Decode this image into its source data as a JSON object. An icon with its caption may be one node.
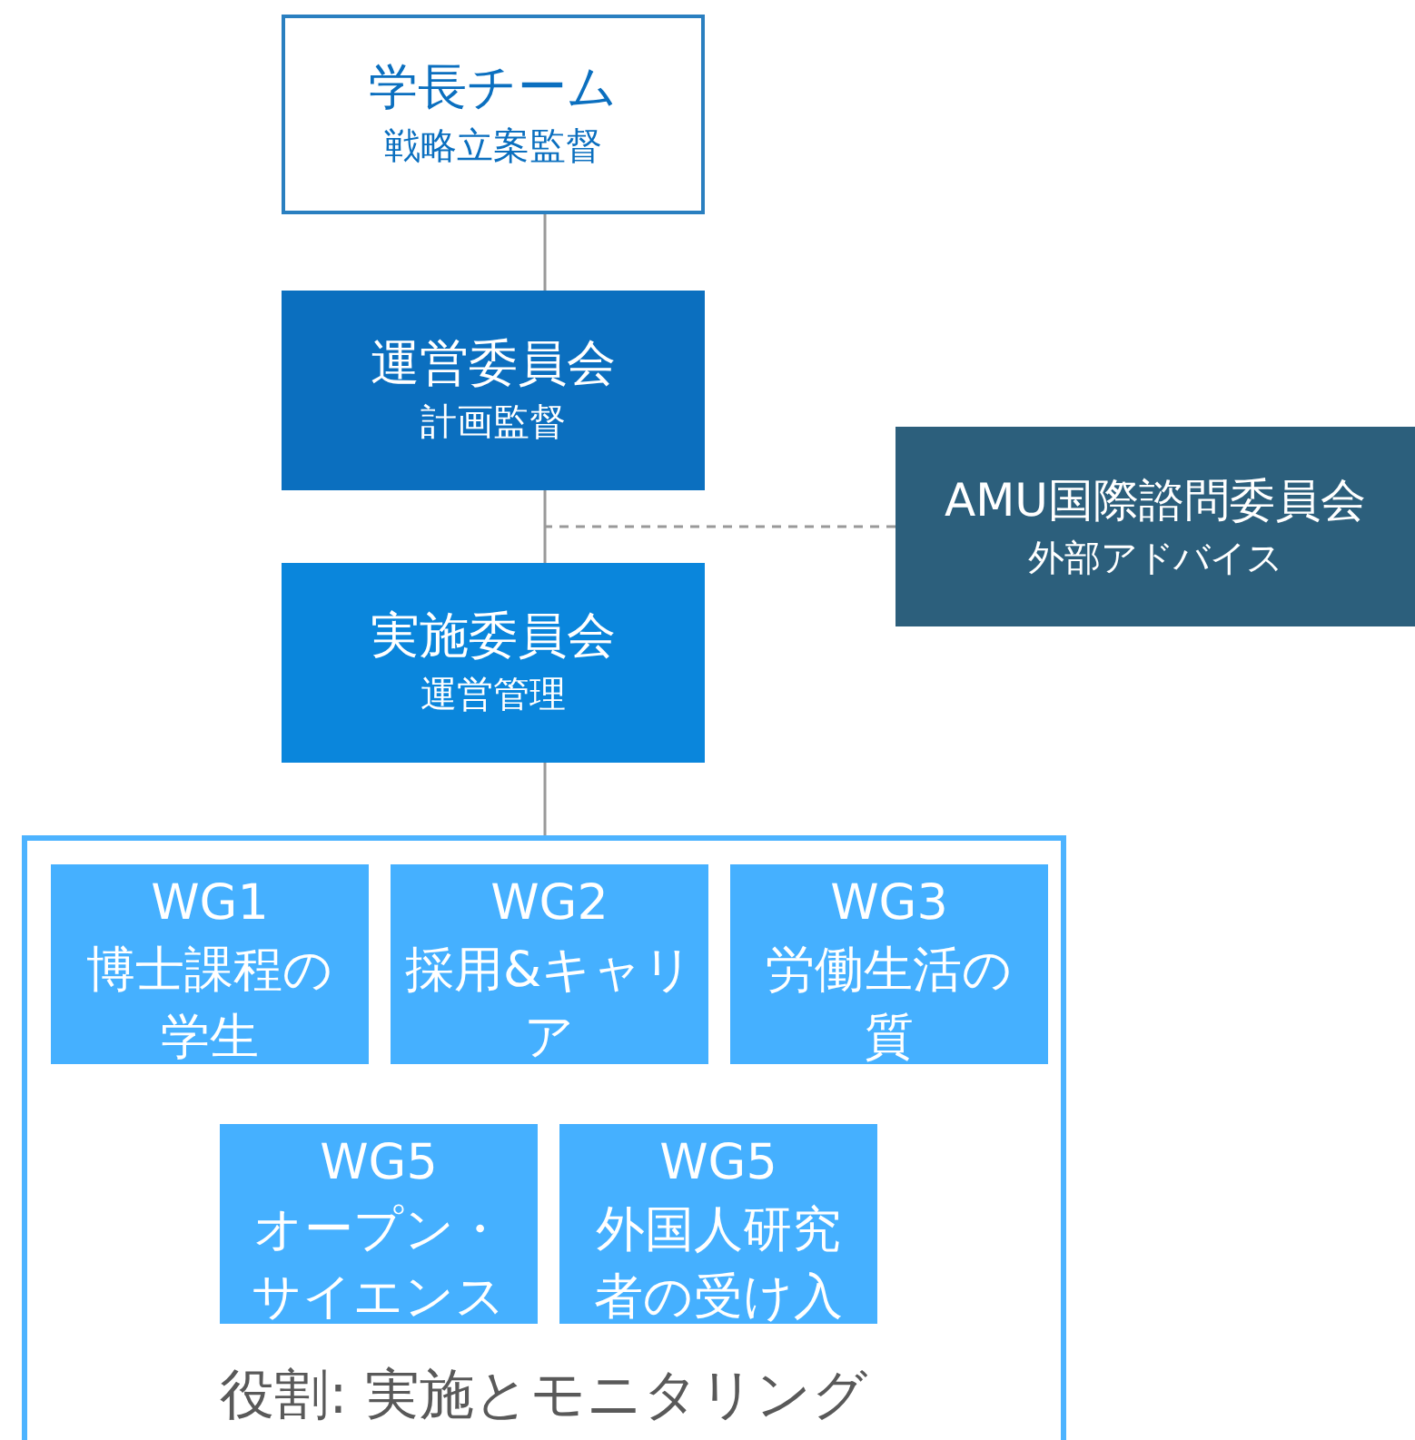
{
  "diagram": {
    "nodes": [
      {
        "text": [
          "学長チーム",
          "戦略立案監督"
        ]
      },
      {
        "text": [
          "運営委員会",
          "計画監督"
        ]
      },
      {
        "text": [
          "実施委員会",
          "運営管理"
        ]
      },
      {
        "text": [
          "AMU国際諮問委員会",
          "外部アドバイス"
        ]
      },
      {
        "text": [
          "役割: 実施とモニタリング"
        ]
      },
      {
        "text": [
          "WG1",
          "博士課程の学生"
        ],
        "in": 4
      },
      {
        "text": [
          "WG2",
          "採用&キャリア"
        ],
        "in": 4
      },
      {
        "text": [
          "WG3",
          "労働生活の質"
        ],
        "in": 4
      },
      {
        "text": [
          "WG5",
          "オープン・サイエンス"
        ],
        "in": 4
      },
      {
        "text": [
          "WG5",
          "外国人研究者の受け入"
        ],
        "in": 4
      }
    ],
    "edges": [
      {
        "from": 0,
        "to": 1,
        "arrow": "none"
      },
      {
        "from": 1,
        "to": 2,
        "arrow": "none"
      },
      {
        "from": 2,
        "to": 4,
        "arrow": "none"
      },
      {
        "from": 3,
        "to": null,
        "arrow": "none",
        "style": "dashed"
      }
    ]
  }
}
